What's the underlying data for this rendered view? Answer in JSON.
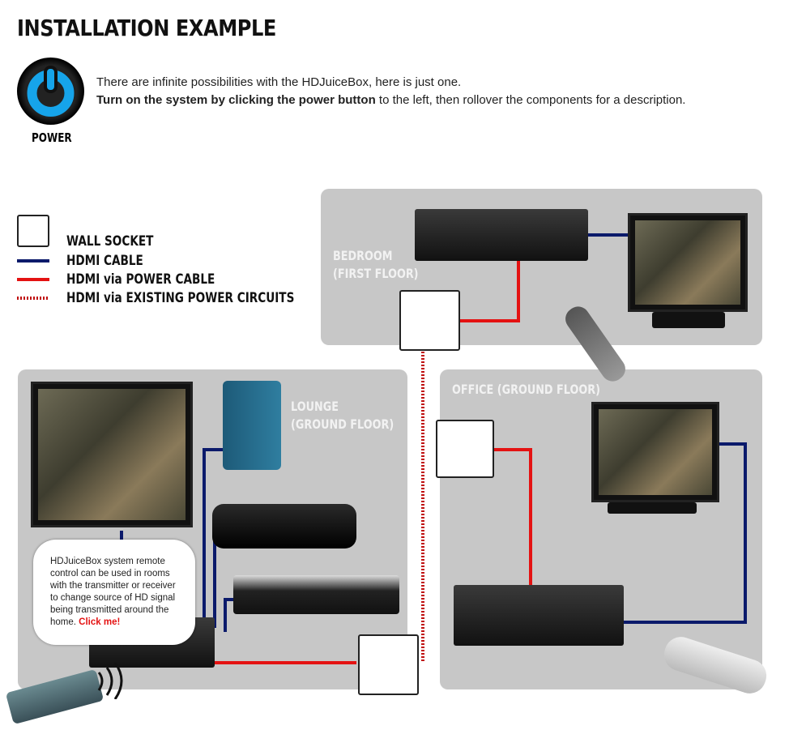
{
  "header": {
    "title": "INSTALLATION EXAMPLE",
    "power_label": "POWER",
    "intro_line1": "There are infinite possibilities with the HDJuiceBox, here is just one.",
    "intro_bold": "Turn on the system by clicking the power button",
    "intro_rest": " to the left, then rollover the components for a description."
  },
  "legend": [
    {
      "label": "WALL SOCKET"
    },
    {
      "label": "HDMI CABLE",
      "color": "#0b1a6b"
    },
    {
      "label": "HDMI via POWER CABLE",
      "color": "#e41212"
    },
    {
      "label": "HDMI via EXISTING POWER CIRCUITS",
      "color": "#c01010"
    }
  ],
  "rooms": {
    "bedroom": [
      "BEDROOM",
      "(FIRST FLOOR)"
    ],
    "lounge": [
      "LOUNGE",
      "(GROUND FLOOR)"
    ],
    "office": [
      "OFFICE (GROUND FLOOR)"
    ]
  },
  "bubble": {
    "text": "HDJuiceBox system remote control can be used in rooms with the transmitter or receiver to change source of HD signal being transmitted around the home. ",
    "link": "Click me!"
  }
}
